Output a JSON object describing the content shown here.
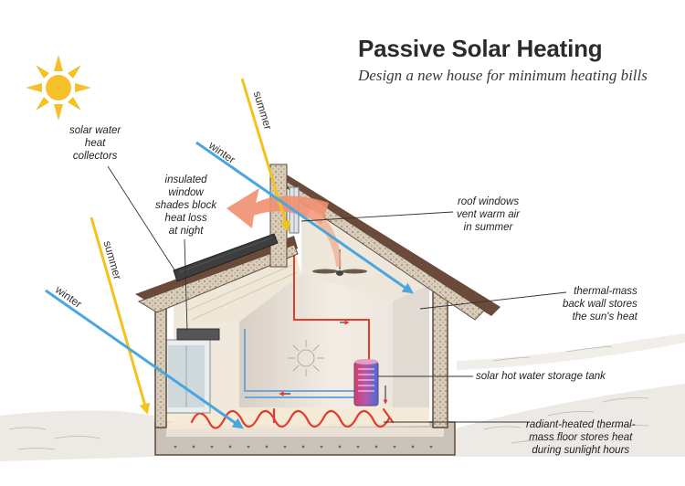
{
  "header": {
    "title": "Passive Solar Heating",
    "subtitle": "Design a new house for minimum heating bills"
  },
  "rays": {
    "summer_top": "summer",
    "winter_top": "winter",
    "summer_left": "summer",
    "winter_left": "winter"
  },
  "labels": {
    "solar_collectors": [
      "solar water",
      "heat",
      "collectors"
    ],
    "window_shades": [
      "insulated",
      "window",
      "shades block",
      "heat loss",
      "at night"
    ],
    "roof_windows": [
      "roof windows",
      "vent warm air",
      "in summer"
    ],
    "back_wall": [
      "thermal-mass",
      "back wall stores",
      "the sun's heat"
    ],
    "storage_tank": [
      "solar hot water storage tank"
    ],
    "floor": [
      "radiant-heated thermal-",
      "mass floor stores heat",
      "during sunlight hours"
    ]
  },
  "colors": {
    "sun": "#f6c02a",
    "summer_ray": "#f2c31c",
    "winter_ray": "#4aa6dd",
    "heat_arrow": "#f09070",
    "radiant_pipe": "#e63a2a",
    "wall_brown": "#6b4a3a",
    "ground": "#e6e2de"
  }
}
